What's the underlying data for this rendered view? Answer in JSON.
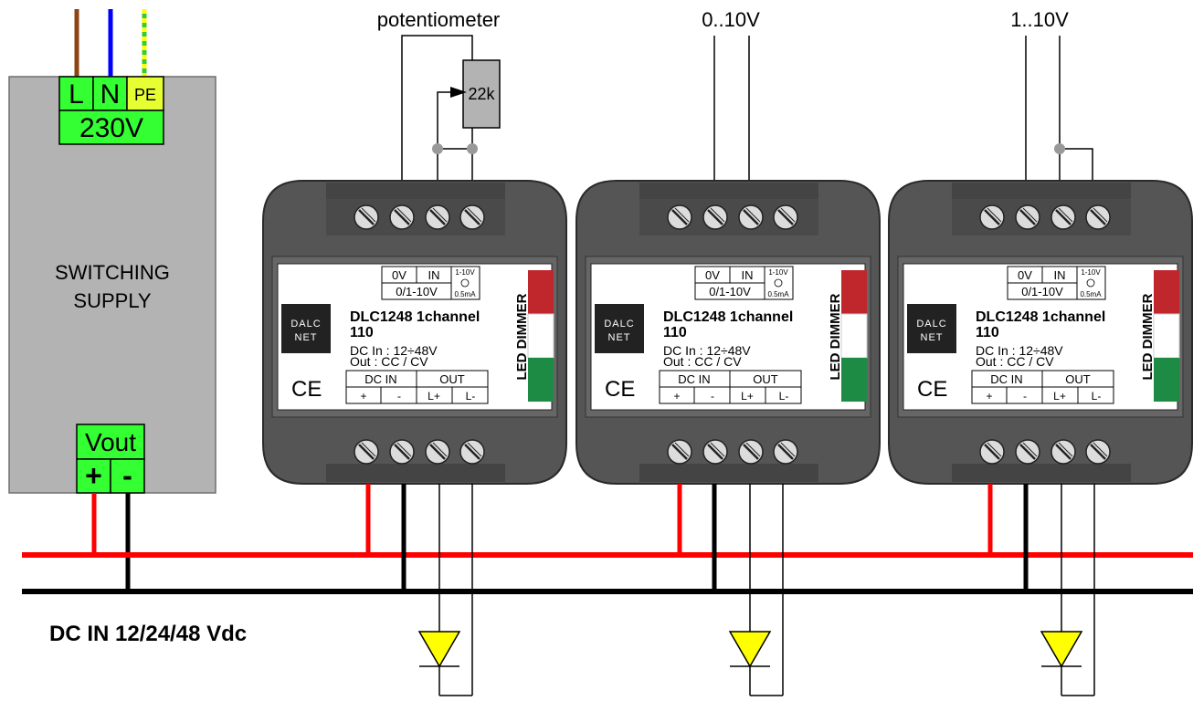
{
  "colors": {
    "wire_red": "#ff0000",
    "wire_black": "#000000",
    "wire_brown": "#8b4513",
    "wire_blue": "#0000ff",
    "wire_pe_green": "#33cc33",
    "wire_pe_yellow": "#ffff00",
    "terminal_green": "#33ff33",
    "supply_gray": "#b3b3b3",
    "dimmer_body": "#555555",
    "led_yellow": "#ffff00"
  },
  "supply": {
    "mains_L": "L",
    "mains_N": "N",
    "mains_PE": "PE",
    "mains_voltage": "230V",
    "label_line1": "SWITCHING",
    "label_line2": "SUPPLY",
    "vout": "Vout",
    "plus": "+",
    "minus": "-"
  },
  "controls": {
    "potentiometer": "potentiometer",
    "pot_value": "22k",
    "v010": "0..10V",
    "v110": "1..10V"
  },
  "bus_label": "DC IN 12/24/48 Vdc",
  "dimmers": [
    {
      "logo_line1": "DALC",
      "logo_line2": "NET",
      "model_line1": "DLC1248 1channel",
      "model_line2": "110",
      "spec_line1": "DC In : 12÷48V",
      "spec_line2": "Out : CC / CV",
      "side_label": "LED DIMMER",
      "ce": "CE",
      "ctrl_0v": "0V",
      "ctrl_in": "IN",
      "ctrl_range": "0/1-10V",
      "ctrl_spec_top": "1-10V",
      "ctrl_spec_bottom": "0.5mA",
      "dc_in": "DC IN",
      "out": "OUT",
      "pin_plus": "+",
      "pin_minus": "-",
      "pin_lplus": "L+",
      "pin_lminus": "L-"
    },
    {
      "logo_line1": "DALC",
      "logo_line2": "NET",
      "model_line1": "DLC1248 1channel",
      "model_line2": "110",
      "spec_line1": "DC In : 12÷48V",
      "spec_line2": "Out : CC / CV",
      "side_label": "LED DIMMER",
      "ce": "CE",
      "ctrl_0v": "0V",
      "ctrl_in": "IN",
      "ctrl_range": "0/1-10V",
      "ctrl_spec_top": "1-10V",
      "ctrl_spec_bottom": "0.5mA",
      "dc_in": "DC IN",
      "out": "OUT",
      "pin_plus": "+",
      "pin_minus": "-",
      "pin_lplus": "L+",
      "pin_lminus": "L-"
    },
    {
      "logo_line1": "DALC",
      "logo_line2": "NET",
      "model_line1": "DLC1248 1channel",
      "model_line2": "110",
      "spec_line1": "DC In : 12÷48V",
      "spec_line2": "Out : CC / CV",
      "side_label": "LED DIMMER",
      "ce": "CE",
      "ctrl_0v": "0V",
      "ctrl_in": "IN",
      "ctrl_range": "0/1-10V",
      "ctrl_spec_top": "1-10V",
      "ctrl_spec_bottom": "0.5mA",
      "dc_in": "DC IN",
      "out": "OUT",
      "pin_plus": "+",
      "pin_minus": "-",
      "pin_lplus": "L+",
      "pin_lminus": "L-"
    }
  ]
}
